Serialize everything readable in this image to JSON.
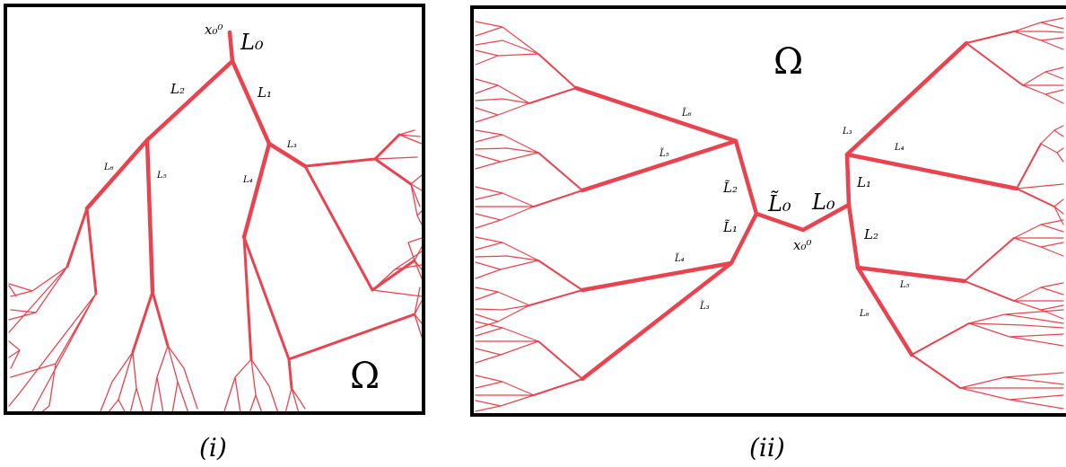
{
  "panels": [
    {
      "caption": "(i)",
      "domain_symbol": "Ω",
      "root_label": "x₀⁰",
      "edge_labels": [
        "L₀",
        "L₁",
        "L₂",
        "L₃",
        "L₄",
        "L₅",
        "L₆"
      ]
    },
    {
      "caption": "(ii)",
      "domain_symbol": "Ω",
      "root_label": "x₀⁰",
      "edge_labels_right": [
        "L₀",
        "L₁",
        "L₂",
        "L₃",
        "L₄",
        "L₅",
        "L₆"
      ],
      "edge_labels_left": [
        "L̃₀",
        "L̃₁",
        "L̃₂",
        "L̃₃",
        "L̃₄",
        "L̃₅",
        "L̃₆"
      ]
    }
  ],
  "colors": {
    "tree": "#e8434f",
    "frame": "#000000"
  }
}
